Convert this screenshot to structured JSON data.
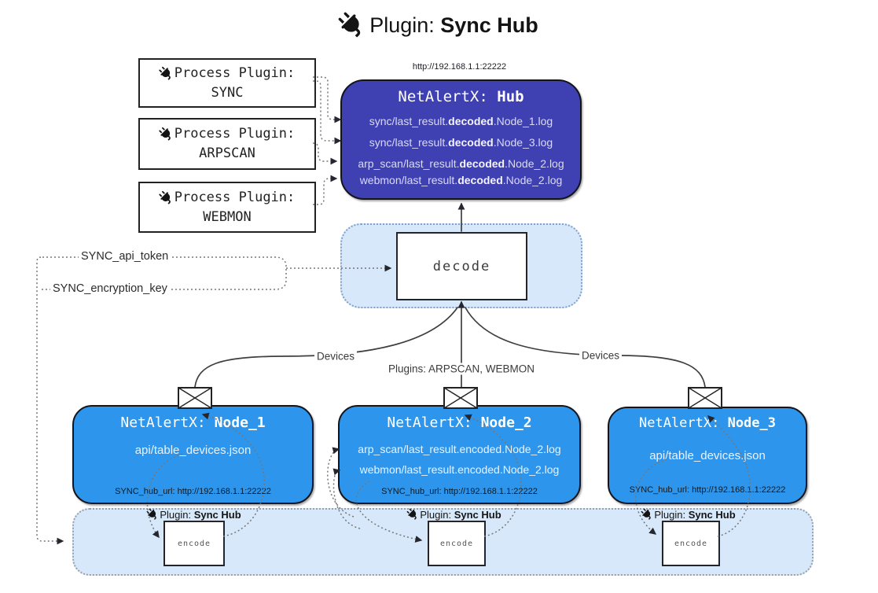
{
  "title": {
    "prefix": "Plugin: ",
    "bold": "Sync Hub"
  },
  "process_plugins": [
    {
      "label": "Process Plugin:",
      "name": "SYNC"
    },
    {
      "label": "Process Plugin:",
      "name": "ARPSCAN"
    },
    {
      "label": "Process Plugin:",
      "name": "WEBMON"
    }
  ],
  "hub": {
    "url": "http://192.168.1.1:22222",
    "title_prefix": "NetAlertX: ",
    "title_name": "Hub",
    "lines": [
      {
        "pre": "sync/last_result.",
        "bold": "decoded",
        "post": ".Node_1.log"
      },
      {
        "pre": "sync/last_result.",
        "bold": "decoded",
        "post": ".Node_3.log"
      },
      {
        "pre": "arp_scan/last_result.",
        "bold": "decoded",
        "post": ".Node_2.log"
      },
      {
        "pre": "webmon/last_result.",
        "bold": "decoded",
        "post": ".Node_2.log"
      }
    ]
  },
  "decode": {
    "label": "decode"
  },
  "tokens": {
    "api_token": "SYNC_api_token",
    "encryption_key": "SYNC_encryption_key"
  },
  "edges": {
    "devices_left": "Devices",
    "plugins_center": "Plugins: ARPSCAN, WEBMON",
    "devices_right": "Devices"
  },
  "nodes": [
    {
      "title_prefix": "NetAlertX: ",
      "title_name": "Node_1",
      "lines": [
        "api/table_devices.json"
      ],
      "hub_url": "SYNC_hub_url: http://192.168.1.1:22222"
    },
    {
      "title_prefix": "NetAlertX: ",
      "title_name": "Node_2",
      "lines": [
        "arp_scan/last_result.encoded.Node_2.log",
        "webmon/last_result.encoded.Node_2.log"
      ],
      "hub_url": "SYNC_hub_url: http://192.168.1.1:22222"
    },
    {
      "title_prefix": "NetAlertX: ",
      "title_name": "Node_3",
      "lines": [
        "api/table_devices.json"
      ],
      "hub_url": "SYNC_hub_url: http://192.168.1.1:22222"
    }
  ],
  "encoders": [
    {
      "prefix": "Plugin: ",
      "bold": "Sync Hub",
      "box_label": "encode"
    },
    {
      "prefix": "Plugin: ",
      "bold": "Sync Hub",
      "box_label": "encode"
    },
    {
      "prefix": "Plugin: ",
      "bold": "Sync Hub",
      "box_label": "encode"
    }
  ],
  "colors": {
    "hub_fill": "#3F41B2",
    "node_fill": "#2D96EC",
    "panel_fill": "#D6E8FA",
    "line_dark": "#3f3f3f"
  }
}
